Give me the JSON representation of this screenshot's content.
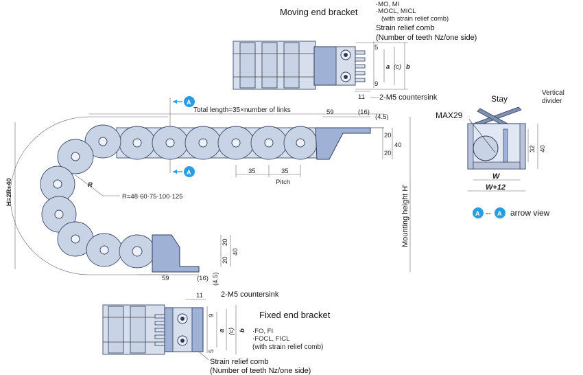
{
  "moving_bracket": {
    "title": "Moving end bracket",
    "models": [
      "·MO, MI",
      "·MOCL, MICL"
    ],
    "comb_note": "(with strain relief comb)",
    "comb_label": "Strain relief comb",
    "teeth_note": "(Number of teeth Nz/one side)",
    "countersink": "2-M5 countersink",
    "dims": {
      "five": "5",
      "nine": "9",
      "eleven": "11",
      "a": "a",
      "c": "(c)",
      "b": "b"
    }
  },
  "main_view": {
    "total_length": "Total length=35×number of links",
    "pitch_label": "Pitch",
    "pitch_values": [
      "35",
      "35"
    ],
    "top_dims": {
      "fifty_nine": "59",
      "sixteen": "(16)",
      "four_five": "(4.5)",
      "twenty": "20",
      "forty": "40",
      "twenty_b": "20"
    },
    "bottom_dims": {
      "fifty_nine": "59",
      "sixteen": "(16)",
      "four_five": "(4.5)",
      "twenty": "20",
      "forty": "40",
      "twenty_b": "20"
    },
    "radius_label": "R",
    "radius_values": "R=48·60·75·100·125",
    "height_label": "H=2R+40",
    "mounting_height": "Mounting height H'",
    "marker": "A"
  },
  "section_view": {
    "stay": "Stay",
    "vertical_divider": [
      "Vertical",
      "divider"
    ],
    "max": "MAX29",
    "dim_32": "32",
    "dim_40": "40",
    "w": "W",
    "w12": "W+12",
    "arrow_view": "arrow view",
    "marker": "A",
    "dashes": "--"
  },
  "fixed_bracket": {
    "title": "Fixed end bracket",
    "models": [
      "·FO, FI",
      "·FOCL, FICL"
    ],
    "comb_note": "(with strain relief comb)",
    "comb_label": "Strain relief comb",
    "teeth_note": "(Number of teeth Nz/one side)",
    "countersink": "2-M5 countersink",
    "dims": {
      "five": "5",
      "nine": "9",
      "eleven": "11",
      "a": "a",
      "c": "(c)",
      "b": "b"
    }
  },
  "colors": {
    "link_fill": "#c9d3e6",
    "bracket_fill": "#9fb2d6",
    "marker_blue": "#2e9be0",
    "outline": "#3b4a6b"
  }
}
